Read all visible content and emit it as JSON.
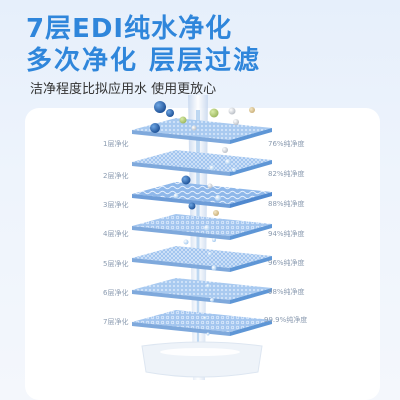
{
  "header": {
    "title_line1": "7层EDI纯水净化",
    "title_line2": "多次净化 层层过滤",
    "subtitle": "洁净程度比拟应用水 使用更放心"
  },
  "layers": [
    {
      "label": "1层净化",
      "purity": "76%纯净度"
    },
    {
      "label": "2层净化",
      "purity": "82%纯净度"
    },
    {
      "label": "3层净化",
      "purity": "88%纯净度"
    },
    {
      "label": "4层净化",
      "purity": "94%纯净度"
    },
    {
      "label": "5层净化",
      "purity": "96%纯净度"
    },
    {
      "label": "6层净化",
      "purity": "98%纯净度"
    },
    {
      "label": "7层净化",
      "purity": "99.9%纯净度"
    }
  ],
  "colors": {
    "title": "#2f86db",
    "filter_top": "#9cc3ef",
    "filter_side": "#5e96d6",
    "page_bg": "#e6effb"
  }
}
